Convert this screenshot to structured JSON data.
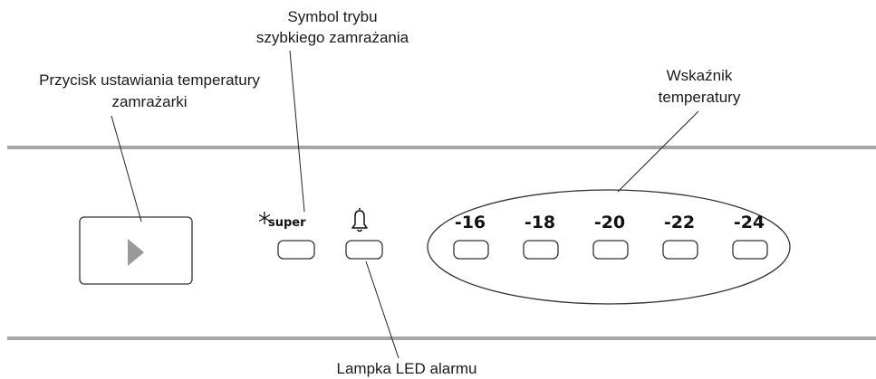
{
  "labels": {
    "freezer_button_line1": "Przycisk ustawiania temperatury",
    "freezer_button_line2": "zamrażarki",
    "super_symbol_line1": "Symbol trybu",
    "super_symbol_line2": "szybkiego zamrażania",
    "temp_indicator_line1": "Wskaźnik",
    "temp_indicator_line2": "temperatury",
    "alarm_led": "Lampka LED alarmu"
  },
  "panel": {
    "super_text": "super",
    "temperatures": [
      "-16",
      "-18",
      "-20",
      "-22",
      "-24"
    ]
  },
  "colors": {
    "panel_line": "#a6a6a6",
    "outline": "#333333",
    "arrow": "#999999"
  }
}
